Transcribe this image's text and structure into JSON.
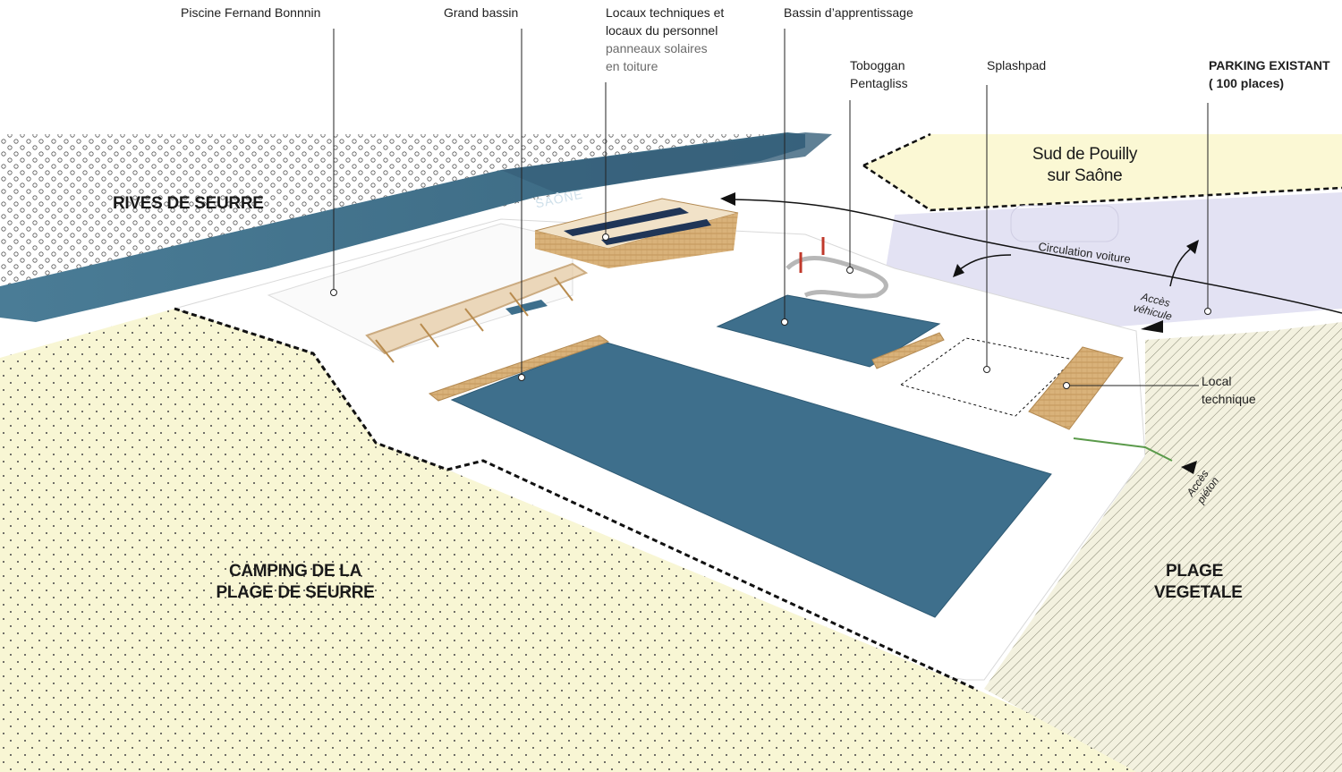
{
  "labels": {
    "piscine": "Piscine Fernand Bonnnin",
    "grand_bassin": "Grand bassin",
    "locaux_line1": "Locaux techniques et",
    "locaux_line2": "locaux du personnel",
    "locaux_line3": "panneaux solaires",
    "locaux_line4": "en toiture",
    "bassin_apprentissage": "Bassin d’apprentissage",
    "toboggan_line1": "Toboggan",
    "toboggan_line2": "Pentagliss",
    "splashpad": "Splashpad",
    "parking_line1": "PARKING EXISTANT",
    "parking_line2": "( 100 places)",
    "local_line1": "Local",
    "local_line2": "technique",
    "circulation": "Circulation voiture",
    "acces_vehicule_line1": "Accès",
    "acces_vehicule_line2": "véhicule",
    "acces_pieton_line1": "Accès",
    "acces_pieton_line2": "piéton",
    "saone": "SAÔNE"
  },
  "zones": {
    "rives_de_seurre": "RIVES DE SEURRE",
    "sud_pouilly_line1": "Sud de Pouilly",
    "sud_pouilly_line2": "sur Saône",
    "camping_line1": "CAMPING DE LA",
    "camping_line2": "PLAGE DE SEURRE",
    "plage_line1": "PLAGE",
    "plage_line2": "VEGETALE"
  },
  "colors": {
    "water": "#3e6f8c",
    "river": "#4f7d96",
    "sand": "#f8f6d4",
    "wood": "#d9b27a",
    "parking": "#e2e1f2",
    "vegetal": "#f3f1df"
  }
}
